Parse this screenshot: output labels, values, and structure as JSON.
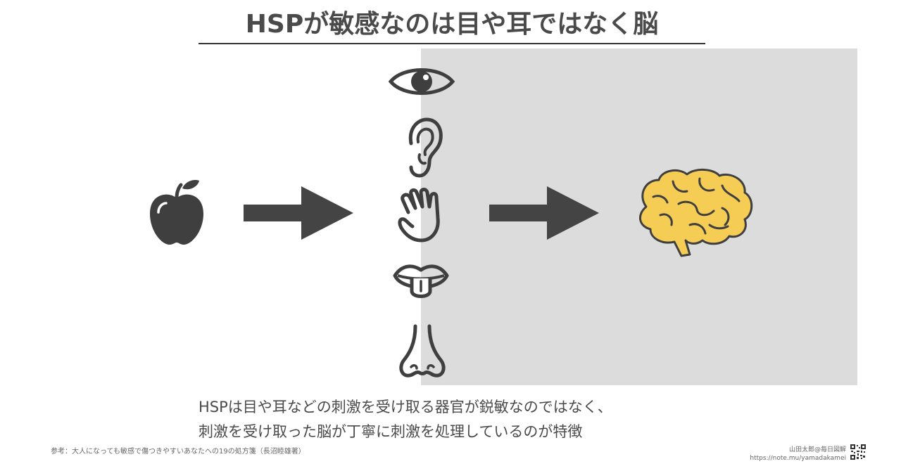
{
  "title": "HSPが敏感なのは目や耳ではなく脳",
  "description": {
    "line1": "HSPは目や耳などの刺激を受け取る器官が鋭敏なのではなく、",
    "line2": "刺激を受け取った脳が丁寧に刺激を処理しているのが特徴"
  },
  "reference": "参考：大人になっても敏感で傷つきやすいあなたへの19の処方箋（長沼睦雄著）",
  "author": "山田太郎@毎日図解",
  "url": "https://note.mu/yamadakamei",
  "icons": [
    "apple-icon",
    "arrow-right-icon",
    "eye-icon",
    "ear-icon",
    "hand-icon",
    "mouth-icon",
    "nose-icon",
    "arrow-right-icon",
    "brain-icon"
  ],
  "colors": {
    "icon": "#3f3f3f",
    "brain": "#f5cd55",
    "panel": "#dcdcdc"
  }
}
